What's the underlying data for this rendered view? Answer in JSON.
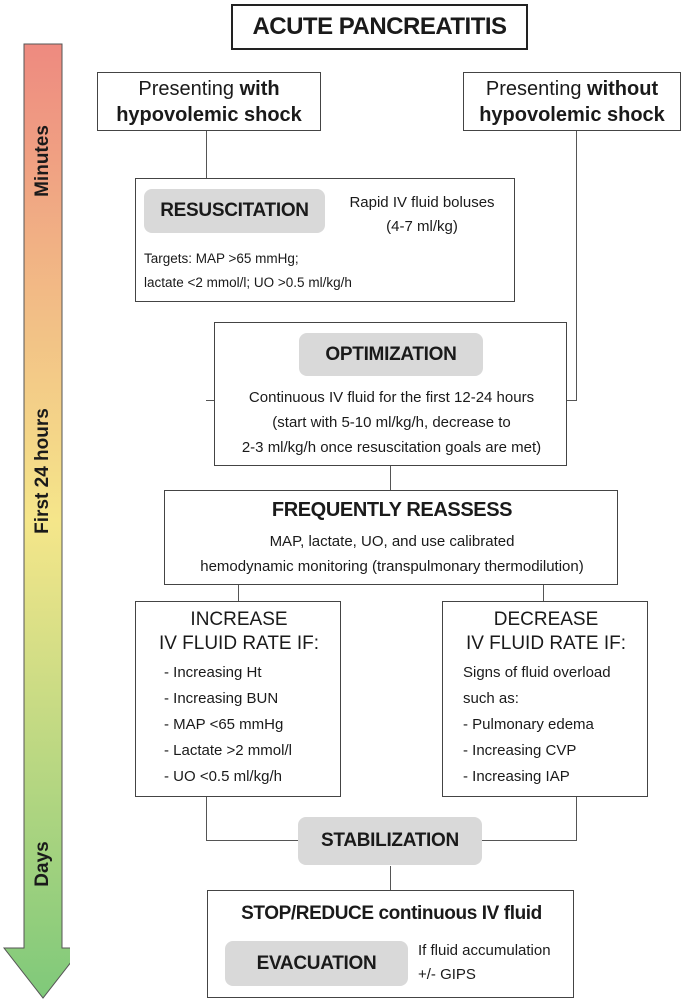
{
  "title": "ACUTE PANCREATITIS",
  "timeline": {
    "labels": [
      "Minutes",
      "First 24 hours",
      "Days"
    ],
    "colors": {
      "top": "#ee8a80",
      "middle": "#f5e68a",
      "bottom": "#7fc97a"
    }
  },
  "presenting_shock": {
    "line1": "Presenting ",
    "bold1": "with",
    "bold2": "hypovolemic shock"
  },
  "presenting_no_shock": {
    "line1": "Presenting ",
    "bold1": "without",
    "bold2": "hypovolemic shock"
  },
  "resuscitation": {
    "label": "RESUSCITATION",
    "fluid_line1": "Rapid IV fluid boluses",
    "fluid_line2": "(4-7 ml/kg)",
    "targets_line1": "Targets: MAP >65 mmHg;",
    "targets_line2": "lactate <2 mmol/l; UO >0.5 ml/kg/h"
  },
  "optimization": {
    "label": "OPTIMIZATION",
    "line1": "Continuous IV fluid for the first 12-24 hours",
    "line2": "(start with 5-10 ml/kg/h, decrease to",
    "line3": "2-3 ml/kg/h once resuscitation goals are met)"
  },
  "reassess": {
    "label": "FREQUENTLY REASSESS",
    "line1": "MAP, lactate, UO, and use calibrated",
    "line2": "hemodynamic monitoring (transpulmonary thermodilution)"
  },
  "increase": {
    "title1": "INCREASE",
    "title2": "IV FLUID RATE IF:",
    "items": [
      "- Increasing Ht",
      "- Increasing BUN",
      "- MAP <65 mmHg",
      "- Lactate >2 mmol/l",
      "- UO <0.5 ml/kg/h"
    ]
  },
  "decrease": {
    "title1": "DECREASE",
    "title2": "IV FLUID RATE IF:",
    "items": [
      "Signs of fluid overload",
      "such as:",
      "- Pulmonary edema",
      "- Increasing CVP",
      "- Increasing IAP"
    ]
  },
  "stabilization": {
    "label": "STABILIZATION"
  },
  "stop": {
    "label": "STOP/REDUCE continuous IV fluid",
    "evacuation": "EVACUATION",
    "note_line1": "If fluid accumulation",
    "note_line2": "+/- GIPS"
  }
}
